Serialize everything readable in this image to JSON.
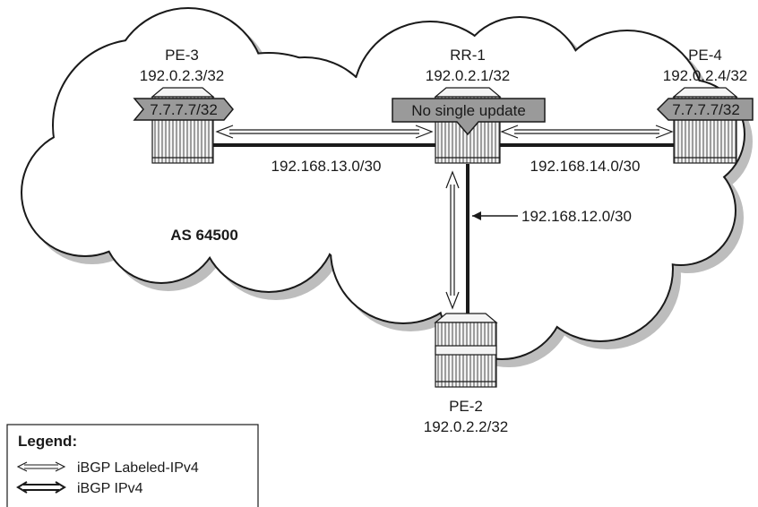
{
  "diagram": {
    "as_label": "AS 64500",
    "nodes": [
      {
        "id": "pe3",
        "name": "PE-3",
        "address": "192.0.2.3/32",
        "tag": "7.7.7.7/32"
      },
      {
        "id": "rr1",
        "name": "RR-1",
        "address": "192.0.2.1/32",
        "tag": "No single update"
      },
      {
        "id": "pe4",
        "name": "PE-4",
        "address": "192.0.2.4/32",
        "tag": "7.7.7.7/32"
      },
      {
        "id": "pe2",
        "name": "PE-2",
        "address": "192.0.2.2/32"
      }
    ],
    "links": [
      {
        "id": "pe3-rr1",
        "subnet": "192.168.13.0/30"
      },
      {
        "id": "rr1-pe4",
        "subnet": "192.168.14.0/30"
      },
      {
        "id": "rr1-pe2",
        "subnet": "192.168.12.0/30"
      }
    ]
  },
  "legend": {
    "title": "Legend:",
    "items": [
      {
        "style": "thin-double-arrow",
        "label": "iBGP Labeled-IPv4"
      },
      {
        "style": "thick-double-arrow",
        "label": "iBGP IPv4"
      }
    ]
  },
  "colors": {
    "cloud_fill": "#ffffff",
    "cloud_shadow": "#bdbdbd",
    "tag_fill": "#9a9a9a",
    "router_fill": "#f4f4f4",
    "line": "#1a1a1a"
  }
}
